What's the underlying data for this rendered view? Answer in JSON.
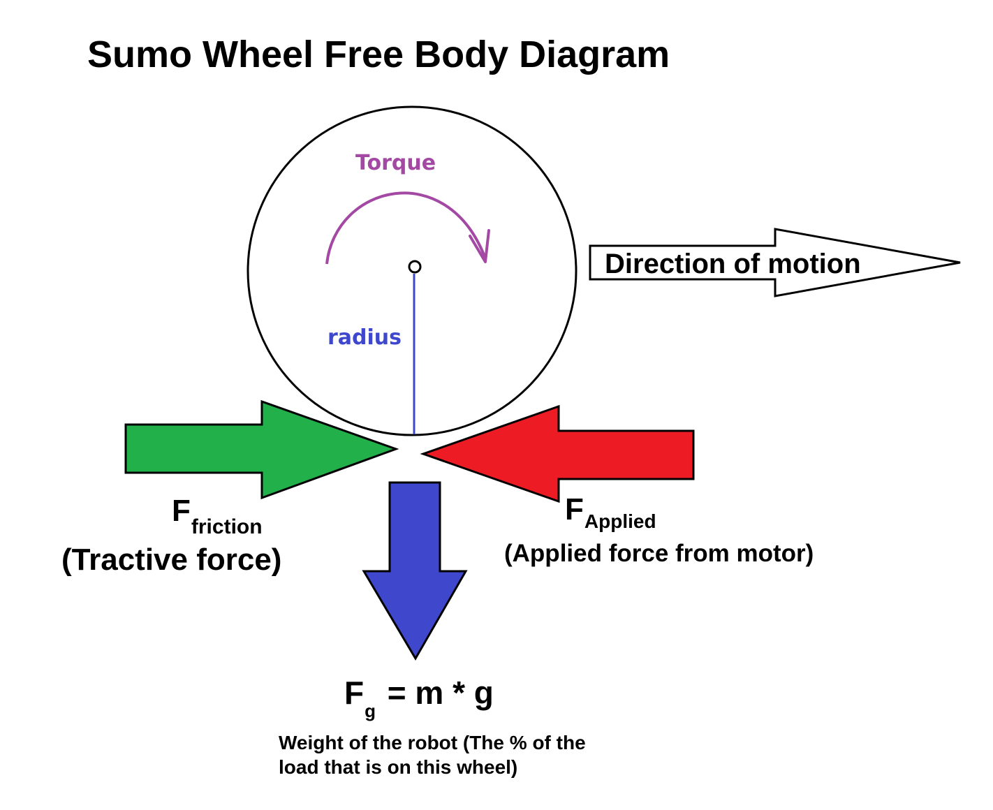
{
  "title": "Sumo Wheel Free Body Diagram",
  "labels": {
    "torque": "Torque",
    "radius": "radius",
    "direction": "Direction of motion",
    "friction_main": "F",
    "friction_sub": "friction",
    "friction_desc": "(Tractive force)",
    "applied_main": "F",
    "applied_sub": "Applied",
    "applied_desc": "(Applied force from motor)",
    "gravity_main": "F",
    "gravity_sub": "g",
    "gravity_eq": " = m * g",
    "gravity_desc_line1": "Weight of the robot (The % of the",
    "gravity_desc_line2": "load that is on this wheel)"
  },
  "colors": {
    "friction_arrow": "#22b04b",
    "applied_arrow": "#ed1c24",
    "gravity_arrow": "#3f48cc",
    "torque": "#a349a4",
    "radius": "#3f48cc",
    "outline": "#000000",
    "background": "#ffffff"
  }
}
